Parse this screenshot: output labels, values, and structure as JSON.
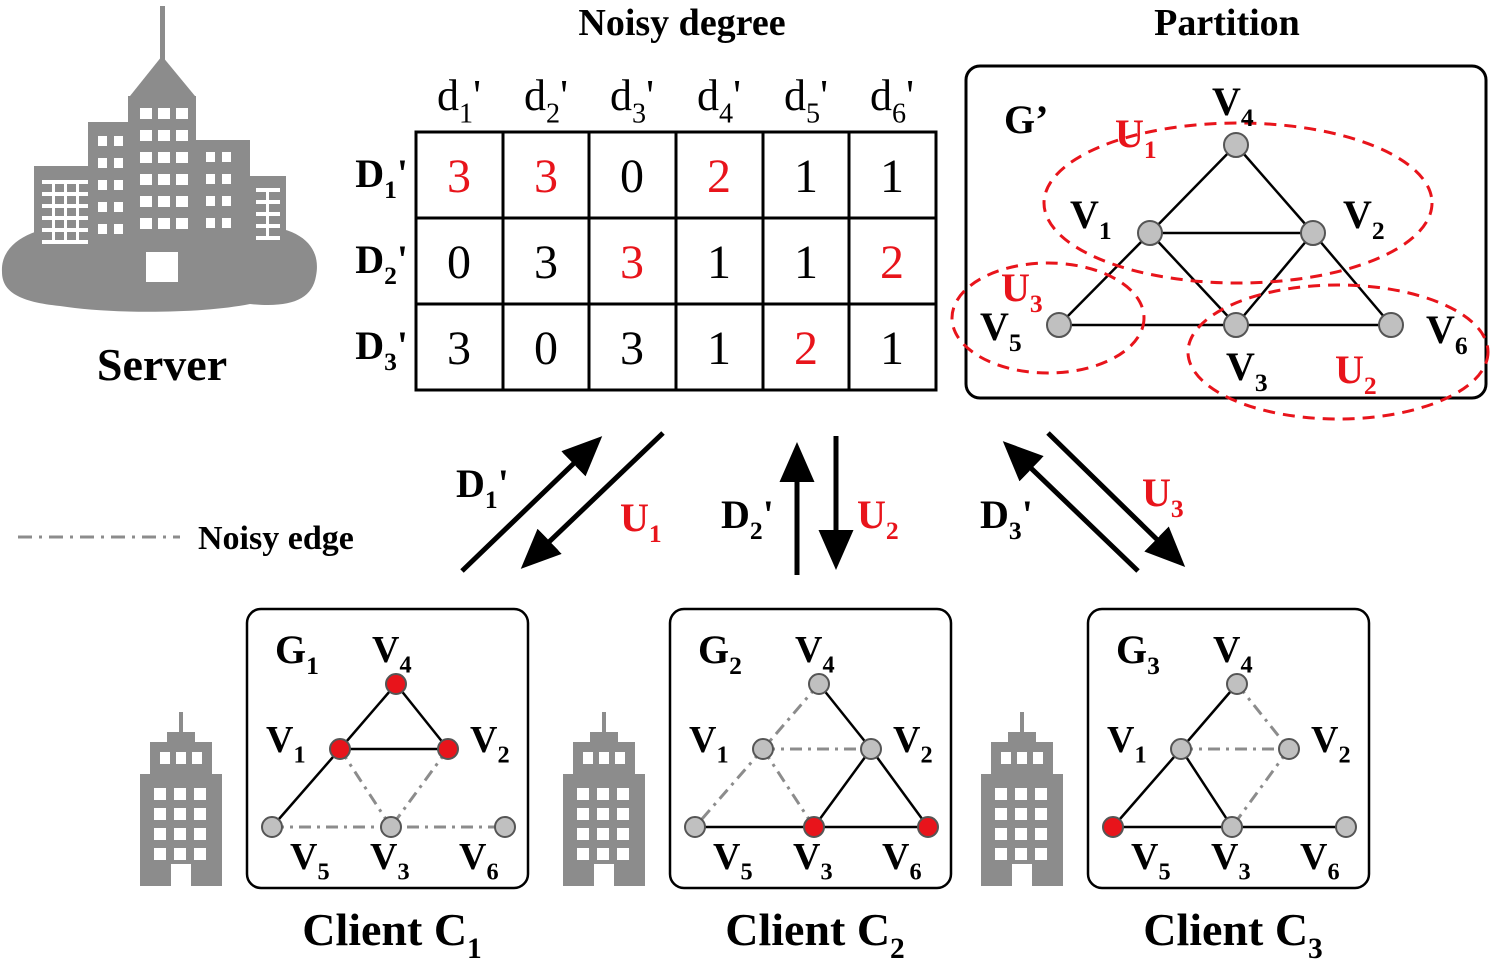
{
  "header": {
    "noisy_degree_title": "Noisy degree",
    "partition_title": "Partition"
  },
  "server": {
    "label": "Server",
    "icon": "server-building-icon"
  },
  "legend": {
    "noisy_edge_label": "Noisy edge"
  },
  "matrix": {
    "columns": [
      {
        "base": "d",
        "sub": "1",
        "prime": "'"
      },
      {
        "base": "d",
        "sub": "2",
        "prime": "'"
      },
      {
        "base": "d",
        "sub": "3",
        "prime": "'"
      },
      {
        "base": "d",
        "sub": "4",
        "prime": "'"
      },
      {
        "base": "d",
        "sub": "5",
        "prime": "'"
      },
      {
        "base": "d",
        "sub": "6",
        "prime": "'"
      }
    ],
    "rows": [
      {
        "base": "D",
        "sub": "1",
        "prime": "'",
        "values": [
          "3",
          "3",
          "0",
          "2",
          "1",
          "1"
        ],
        "highlight": [
          true,
          true,
          false,
          true,
          false,
          false
        ]
      },
      {
        "base": "D",
        "sub": "2",
        "prime": "'",
        "values": [
          "0",
          "3",
          "3",
          "1",
          "1",
          "2"
        ],
        "highlight": [
          false,
          false,
          true,
          false,
          false,
          true
        ]
      },
      {
        "base": "D",
        "sub": "3",
        "prime": "'",
        "values": [
          "3",
          "0",
          "3",
          "1",
          "2",
          "1"
        ],
        "highlight": [
          false,
          false,
          false,
          false,
          true,
          false
        ]
      }
    ]
  },
  "partition": {
    "graph_label": "G’",
    "vertices": {
      "v4": {
        "base": "V",
        "sub": "4"
      },
      "v1": {
        "base": "V",
        "sub": "1"
      },
      "v2": {
        "base": "V",
        "sub": "2"
      },
      "v5": {
        "base": "V",
        "sub": "5"
      },
      "v3": {
        "base": "V",
        "sub": "3"
      },
      "v6": {
        "base": "V",
        "sub": "6"
      }
    },
    "groups": [
      {
        "base": "U",
        "sub": "1"
      },
      {
        "base": "U",
        "sub": "3"
      },
      {
        "base": "U",
        "sub": "2"
      }
    ]
  },
  "arrows": [
    {
      "up": {
        "base": "D",
        "sub": "1",
        "prime": "'"
      },
      "down": {
        "base": "U",
        "sub": "1"
      }
    },
    {
      "up": {
        "base": "D",
        "sub": "2",
        "prime": "'"
      },
      "down": {
        "base": "U",
        "sub": "2"
      }
    },
    {
      "up": {
        "base": "D",
        "sub": "3",
        "prime": "'"
      },
      "down": {
        "base": "U",
        "sub": "3"
      }
    }
  ],
  "clients": [
    {
      "graph": {
        "base": "G",
        "sub": "1"
      },
      "label": {
        "base": "Client C",
        "sub": "1"
      },
      "highlighted": [
        "v4",
        "v1",
        "v2"
      ],
      "v": {
        "v4": {
          "base": "V",
          "sub": "4"
        },
        "v1": {
          "base": "V",
          "sub": "1"
        },
        "v2": {
          "base": "V",
          "sub": "2"
        },
        "v5": {
          "base": "V",
          "sub": "5"
        },
        "v3": {
          "base": "V",
          "sub": "3"
        },
        "v6": {
          "base": "V",
          "sub": "6"
        }
      }
    },
    {
      "graph": {
        "base": "G",
        "sub": "2"
      },
      "label": {
        "base": "Client C",
        "sub": "2"
      },
      "highlighted": [
        "v3",
        "v6"
      ],
      "v": {
        "v4": {
          "base": "V",
          "sub": "4"
        },
        "v1": {
          "base": "V",
          "sub": "1"
        },
        "v2": {
          "base": "V",
          "sub": "2"
        },
        "v5": {
          "base": "V",
          "sub": "5"
        },
        "v3": {
          "base": "V",
          "sub": "3"
        },
        "v6": {
          "base": "V",
          "sub": "6"
        }
      }
    },
    {
      "graph": {
        "base": "G",
        "sub": "3"
      },
      "label": {
        "base": "Client C",
        "sub": "3"
      },
      "highlighted": [
        "v5"
      ],
      "v": {
        "v4": {
          "base": "V",
          "sub": "4"
        },
        "v1": {
          "base": "V",
          "sub": "1"
        },
        "v2": {
          "base": "V",
          "sub": "2"
        },
        "v5": {
          "base": "V",
          "sub": "5"
        },
        "v3": {
          "base": "V",
          "sub": "3"
        },
        "v6": {
          "base": "V",
          "sub": "6"
        }
      }
    }
  ],
  "colors": {
    "highlight": "#e8141b",
    "node": "#c0c0c0",
    "building": "#8c8c8c",
    "noisy_edge": "#8c8c8c"
  }
}
